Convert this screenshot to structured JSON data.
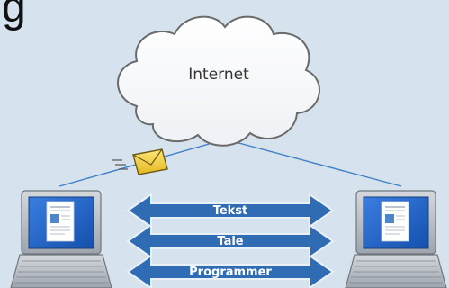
{
  "header": {
    "title_fragment": "g"
  },
  "cloud": {
    "label": "Internet"
  },
  "channels": [
    {
      "label": "Tekst"
    },
    {
      "label": "Tale"
    },
    {
      "label": "Programmer"
    }
  ],
  "colors": {
    "background": "#d6e3ef",
    "arrow_fill": "#2f6cb4",
    "arrow_stroke": "#e8f0f8",
    "line": "#3f7fc4",
    "envelope": "#f4d53b",
    "laptop_body": "#b9bec6",
    "laptop_screen": "#1e5fc0"
  },
  "icons": [
    "cloud-icon",
    "envelope-icon",
    "laptop-icon"
  ]
}
